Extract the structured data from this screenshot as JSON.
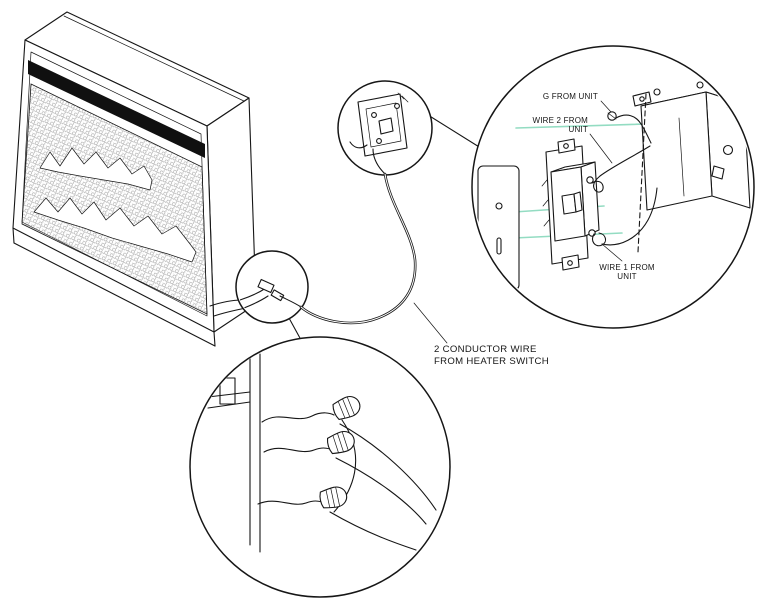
{
  "diagram": {
    "labels": {
      "g_from_unit": "G FROM UNIT",
      "wire2_from": "WIRE 2 FROM",
      "wire2_unit": "UNIT",
      "wire1_from": "WIRE 1 FROM",
      "wire1_unit": "UNIT",
      "conductor_line1": "2 CONDUCTOR WIRE",
      "conductor_line2": "FROM HEATER SWITCH"
    },
    "colors": {
      "line": "#161616",
      "guide_green": "#93dcc2",
      "band_dark": "#101010",
      "background": "#ffffff"
    }
  }
}
